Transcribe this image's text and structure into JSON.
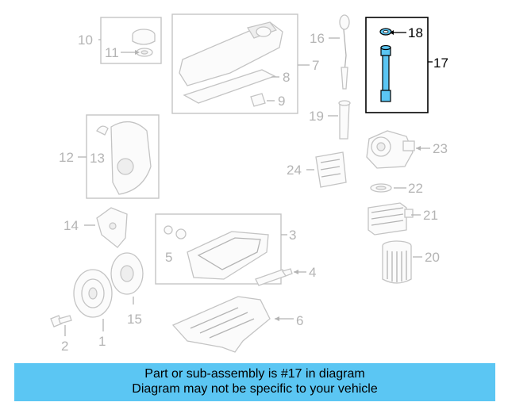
{
  "callouts": {
    "c1": "1",
    "c2": "2",
    "c3": "3",
    "c4": "4",
    "c5": "5",
    "c6": "6",
    "c7": "7",
    "c8": "8",
    "c9": "9",
    "c10": "10",
    "c11": "11",
    "c12": "12",
    "c13": "13",
    "c14": "14",
    "c15": "15",
    "c16": "16",
    "c17": "17",
    "c18": "18",
    "c19": "19",
    "c20": "20",
    "c21": "21",
    "c22": "22",
    "c23": "23",
    "c24": "24"
  },
  "highlight_color": "#5bc6f3",
  "caption": {
    "line1": "Part or sub-assembly is #17 in diagram",
    "line2": "Diagram may not be specific to your vehicle"
  }
}
